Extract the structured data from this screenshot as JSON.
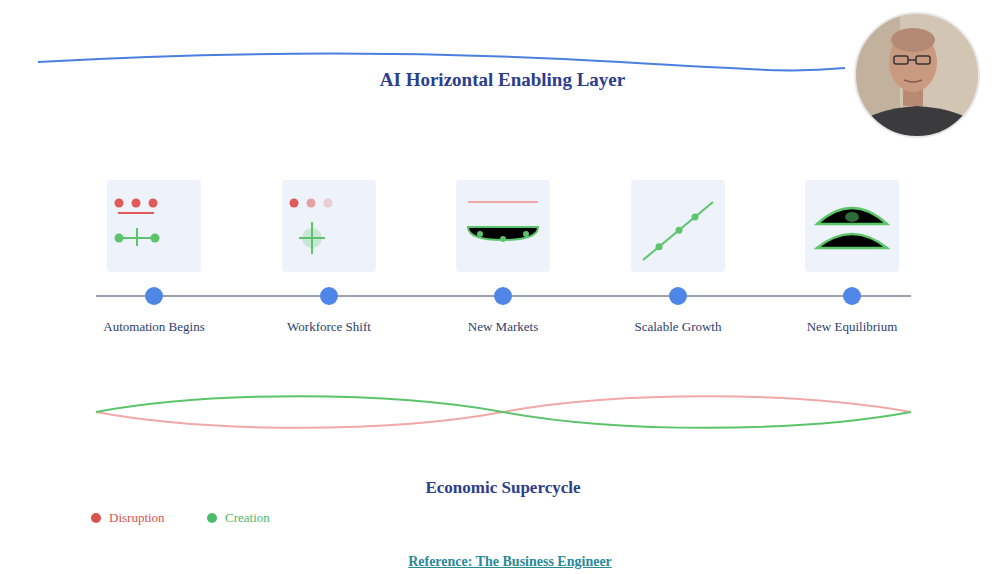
{
  "diagram": {
    "title": "AI Horizontal Enabling Layer",
    "caption": "Reference: The Business Engineer",
    "nodes": [
      {
        "text": [
          "Automation Begins"
        ]
      },
      {
        "text": [
          "Workforce Shift"
        ]
      },
      {
        "text": [
          "New Markets"
        ]
      },
      {
        "text": [
          "Scalable Growth"
        ]
      },
      {
        "text": [
          "New Equilibrium"
        ]
      }
    ],
    "edges": [
      {
        "from": 0,
        "to": 1,
        "arrow": "none"
      },
      {
        "from": 1,
        "to": 2,
        "arrow": "none"
      },
      {
        "from": 2,
        "to": 3,
        "arrow": "none"
      },
      {
        "from": 3,
        "to": 4,
        "arrow": "none"
      }
    ],
    "labels": [
      "Economic Supercycle"
    ],
    "legend": [
      {
        "text": "Disruption",
        "color": "#d9534f"
      },
      {
        "text": "Creation",
        "color": "#4cbb6b"
      }
    ]
  }
}
